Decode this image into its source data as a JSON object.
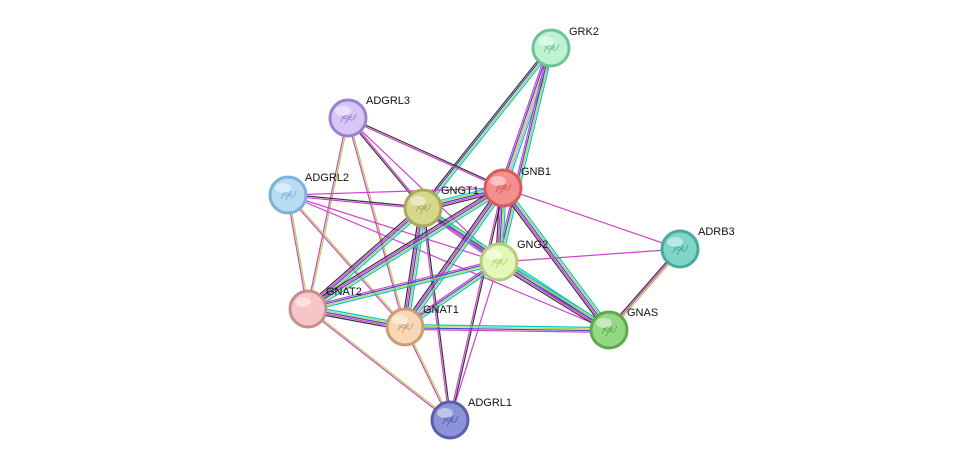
{
  "network": {
    "nodes": [
      {
        "id": "GRK2",
        "label": "GRK2",
        "color": "#bff2d3",
        "stroke": "#6fc293"
      },
      {
        "id": "ADGRL3",
        "label": "ADGRL3",
        "color": "#d8c6f5",
        "stroke": "#9a82cf"
      },
      {
        "id": "ADGRL2",
        "label": "ADGRL2",
        "color": "#b9dcf4",
        "stroke": "#7fb0d8"
      },
      {
        "id": "GNGT1",
        "label": "GNGT1",
        "color": "#d7d88e",
        "stroke": "#a9aa5c"
      },
      {
        "id": "GNB1",
        "label": "GNB1",
        "color": "#f58e8e",
        "stroke": "#d45c5c"
      },
      {
        "id": "GNG2",
        "label": "GNG2",
        "color": "#e4f7b8",
        "stroke": "#b1cf7c"
      },
      {
        "id": "ADRB3",
        "label": "ADRB3",
        "color": "#7fd6c8",
        "stroke": "#4aa99a"
      },
      {
        "id": "GNAT2",
        "label": "GNAT2",
        "color": "#f6c6c6",
        "stroke": "#c88e8e"
      },
      {
        "id": "GNAT1",
        "label": "GNAT1",
        "color": "#f8d6b6",
        "stroke": "#c99d76"
      },
      {
        "id": "GNAS",
        "label": "GNAS",
        "color": "#95d883",
        "stroke": "#5fa84d"
      },
      {
        "id": "ADGRL1",
        "label": "ADGRL1",
        "color": "#8a93d8",
        "stroke": "#5860a8"
      }
    ],
    "edges": [
      {
        "from": "GRK2",
        "to": "GNB1",
        "colors": [
          "#00c9c9",
          "#c9a0e0",
          "#b7d34a",
          "#3f48c9",
          "#d040d0"
        ]
      },
      {
        "from": "GRK2",
        "to": "GNGT1",
        "colors": [
          "#00c9c9",
          "#b7d34a",
          "#3f48c9",
          "#333333"
        ]
      },
      {
        "from": "GRK2",
        "to": "GNG2",
        "colors": [
          "#00c9c9",
          "#b7d34a",
          "#3f48c9",
          "#d040d0"
        ]
      },
      {
        "from": "ADGRL3",
        "to": "GNB1",
        "colors": [
          "#333333",
          "#d040d0"
        ]
      },
      {
        "from": "ADGRL3",
        "to": "GNGT1",
        "colors": [
          "#d040d0",
          "#333333"
        ]
      },
      {
        "from": "ADGRL3",
        "to": "GNG2",
        "colors": [
          "#d040d0"
        ]
      },
      {
        "from": "ADGRL3",
        "to": "GNAT2",
        "colors": [
          "#b7d34a",
          "#d040d0"
        ]
      },
      {
        "from": "ADGRL3",
        "to": "GNAT1",
        "colors": [
          "#b7d34a",
          "#d040d0"
        ]
      },
      {
        "from": "ADGRL2",
        "to": "GNGT1",
        "colors": [
          "#333333",
          "#d040d0"
        ]
      },
      {
        "from": "ADGRL2",
        "to": "GNB1",
        "colors": [
          "#d040d0"
        ]
      },
      {
        "from": "ADGRL2",
        "to": "GNG2",
        "colors": [
          "#d040d0"
        ]
      },
      {
        "from": "ADGRL2",
        "to": "GNAT2",
        "colors": [
          "#b7d34a",
          "#d040d0"
        ]
      },
      {
        "from": "ADGRL2",
        "to": "GNAT1",
        "colors": [
          "#b7d34a",
          "#d040d0"
        ]
      },
      {
        "from": "ADGRL2",
        "to": "GNAS",
        "colors": [
          "#d040d0"
        ]
      },
      {
        "from": "GNGT1",
        "to": "GNB1",
        "colors": [
          "#00c9c9",
          "#b7d34a",
          "#3f48c9",
          "#d040d0",
          "#333333"
        ]
      },
      {
        "from": "GNGT1",
        "to": "GNG2",
        "colors": [
          "#00c9c9",
          "#b7d34a",
          "#3f48c9",
          "#d040d0"
        ]
      },
      {
        "from": "GNGT1",
        "to": "GNAT2",
        "colors": [
          "#00c9c9",
          "#b7d34a",
          "#3f48c9",
          "#d040d0",
          "#333333"
        ]
      },
      {
        "from": "GNGT1",
        "to": "GNAT1",
        "colors": [
          "#00c9c9",
          "#b7d34a",
          "#3f48c9",
          "#d040d0",
          "#333333"
        ]
      },
      {
        "from": "GNGT1",
        "to": "GNAS",
        "colors": [
          "#00c9c9",
          "#b7d34a",
          "#3f48c9",
          "#d040d0"
        ]
      },
      {
        "from": "GNGT1",
        "to": "ADGRL1",
        "colors": [
          "#333333",
          "#d040d0"
        ]
      },
      {
        "from": "GNB1",
        "to": "GNG2",
        "colors": [
          "#00c9c9",
          "#b7d34a",
          "#3f48c9",
          "#d040d0",
          "#333333"
        ]
      },
      {
        "from": "GNB1",
        "to": "ADRB3",
        "colors": [
          "#d040d0"
        ]
      },
      {
        "from": "GNB1",
        "to": "GNAT2",
        "colors": [
          "#00c9c9",
          "#b7d34a",
          "#3f48c9",
          "#d040d0",
          "#333333"
        ]
      },
      {
        "from": "GNB1",
        "to": "GNAT1",
        "colors": [
          "#00c9c9",
          "#b7d34a",
          "#3f48c9",
          "#d040d0",
          "#333333"
        ]
      },
      {
        "from": "GNB1",
        "to": "GNAS",
        "colors": [
          "#00c9c9",
          "#b7d34a",
          "#3f48c9",
          "#d040d0",
          "#333333"
        ]
      },
      {
        "from": "GNB1",
        "to": "ADGRL1",
        "colors": [
          "#333333",
          "#d040d0"
        ]
      },
      {
        "from": "GNG2",
        "to": "ADRB3",
        "colors": [
          "#d040d0"
        ]
      },
      {
        "from": "GNG2",
        "to": "GNAT2",
        "colors": [
          "#00c9c9",
          "#b7d34a",
          "#3f48c9",
          "#d040d0"
        ]
      },
      {
        "from": "GNG2",
        "to": "GNAT1",
        "colors": [
          "#00c9c9",
          "#b7d34a",
          "#3f48c9",
          "#d040d0"
        ]
      },
      {
        "from": "GNG2",
        "to": "GNAS",
        "colors": [
          "#00c9c9",
          "#b7d34a",
          "#3f48c9",
          "#d040d0",
          "#333333"
        ]
      },
      {
        "from": "GNG2",
        "to": "ADGRL1",
        "colors": [
          "#d040d0"
        ]
      },
      {
        "from": "ADRB3",
        "to": "GNAS",
        "colors": [
          "#b7d34a",
          "#d040d0",
          "#333333"
        ]
      },
      {
        "from": "GNAT2",
        "to": "GNAT1",
        "colors": [
          "#00c9c9",
          "#b7d34a",
          "#3f48c9",
          "#d040d0",
          "#333333"
        ]
      },
      {
        "from": "GNAT2",
        "to": "ADGRL1",
        "colors": [
          "#b7d34a",
          "#d040d0"
        ]
      },
      {
        "from": "GNAT1",
        "to": "GNAS",
        "colors": [
          "#00c9c9",
          "#b7d34a",
          "#3f48c9",
          "#d040d0"
        ]
      },
      {
        "from": "GNAT1",
        "to": "ADGRL1",
        "colors": [
          "#b7d34a",
          "#d040d0"
        ]
      }
    ]
  }
}
